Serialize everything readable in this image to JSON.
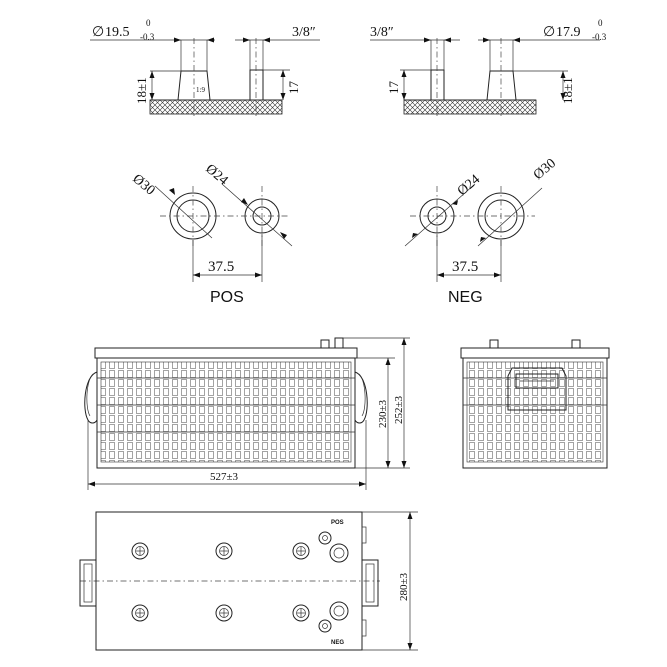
{
  "terminal_detail": {
    "pos_diameter": "19.5",
    "pos_tol_upper": "0",
    "pos_tol_lower": "-0.3",
    "pos_side_post_label": "3/8″",
    "pos_height": "18±1",
    "pos_taper": "1:9",
    "pos_side_height": "17",
    "neg_side_post_label": "3/8″",
    "neg_diameter": "17.9",
    "neg_tol_upper": "0",
    "neg_tol_lower": "-0.3",
    "neg_side_height": "17",
    "neg_height": "18±1",
    "diameter_symbol": "∅"
  },
  "top_view": {
    "pos_outer": "Ø30",
    "pos_inner": "Ø24",
    "pos_spacing": "37.5",
    "pos_label": "POS",
    "neg_inner": "Ø24",
    "neg_outer": "Ø30",
    "neg_spacing": "37.5",
    "neg_label": "NEG"
  },
  "front_view": {
    "height_body": "230±3",
    "height_total": "252±3",
    "length": "527±3"
  },
  "plan_view": {
    "width": "280±3",
    "pos_marking": "POS",
    "neg_marking": "NEG"
  }
}
